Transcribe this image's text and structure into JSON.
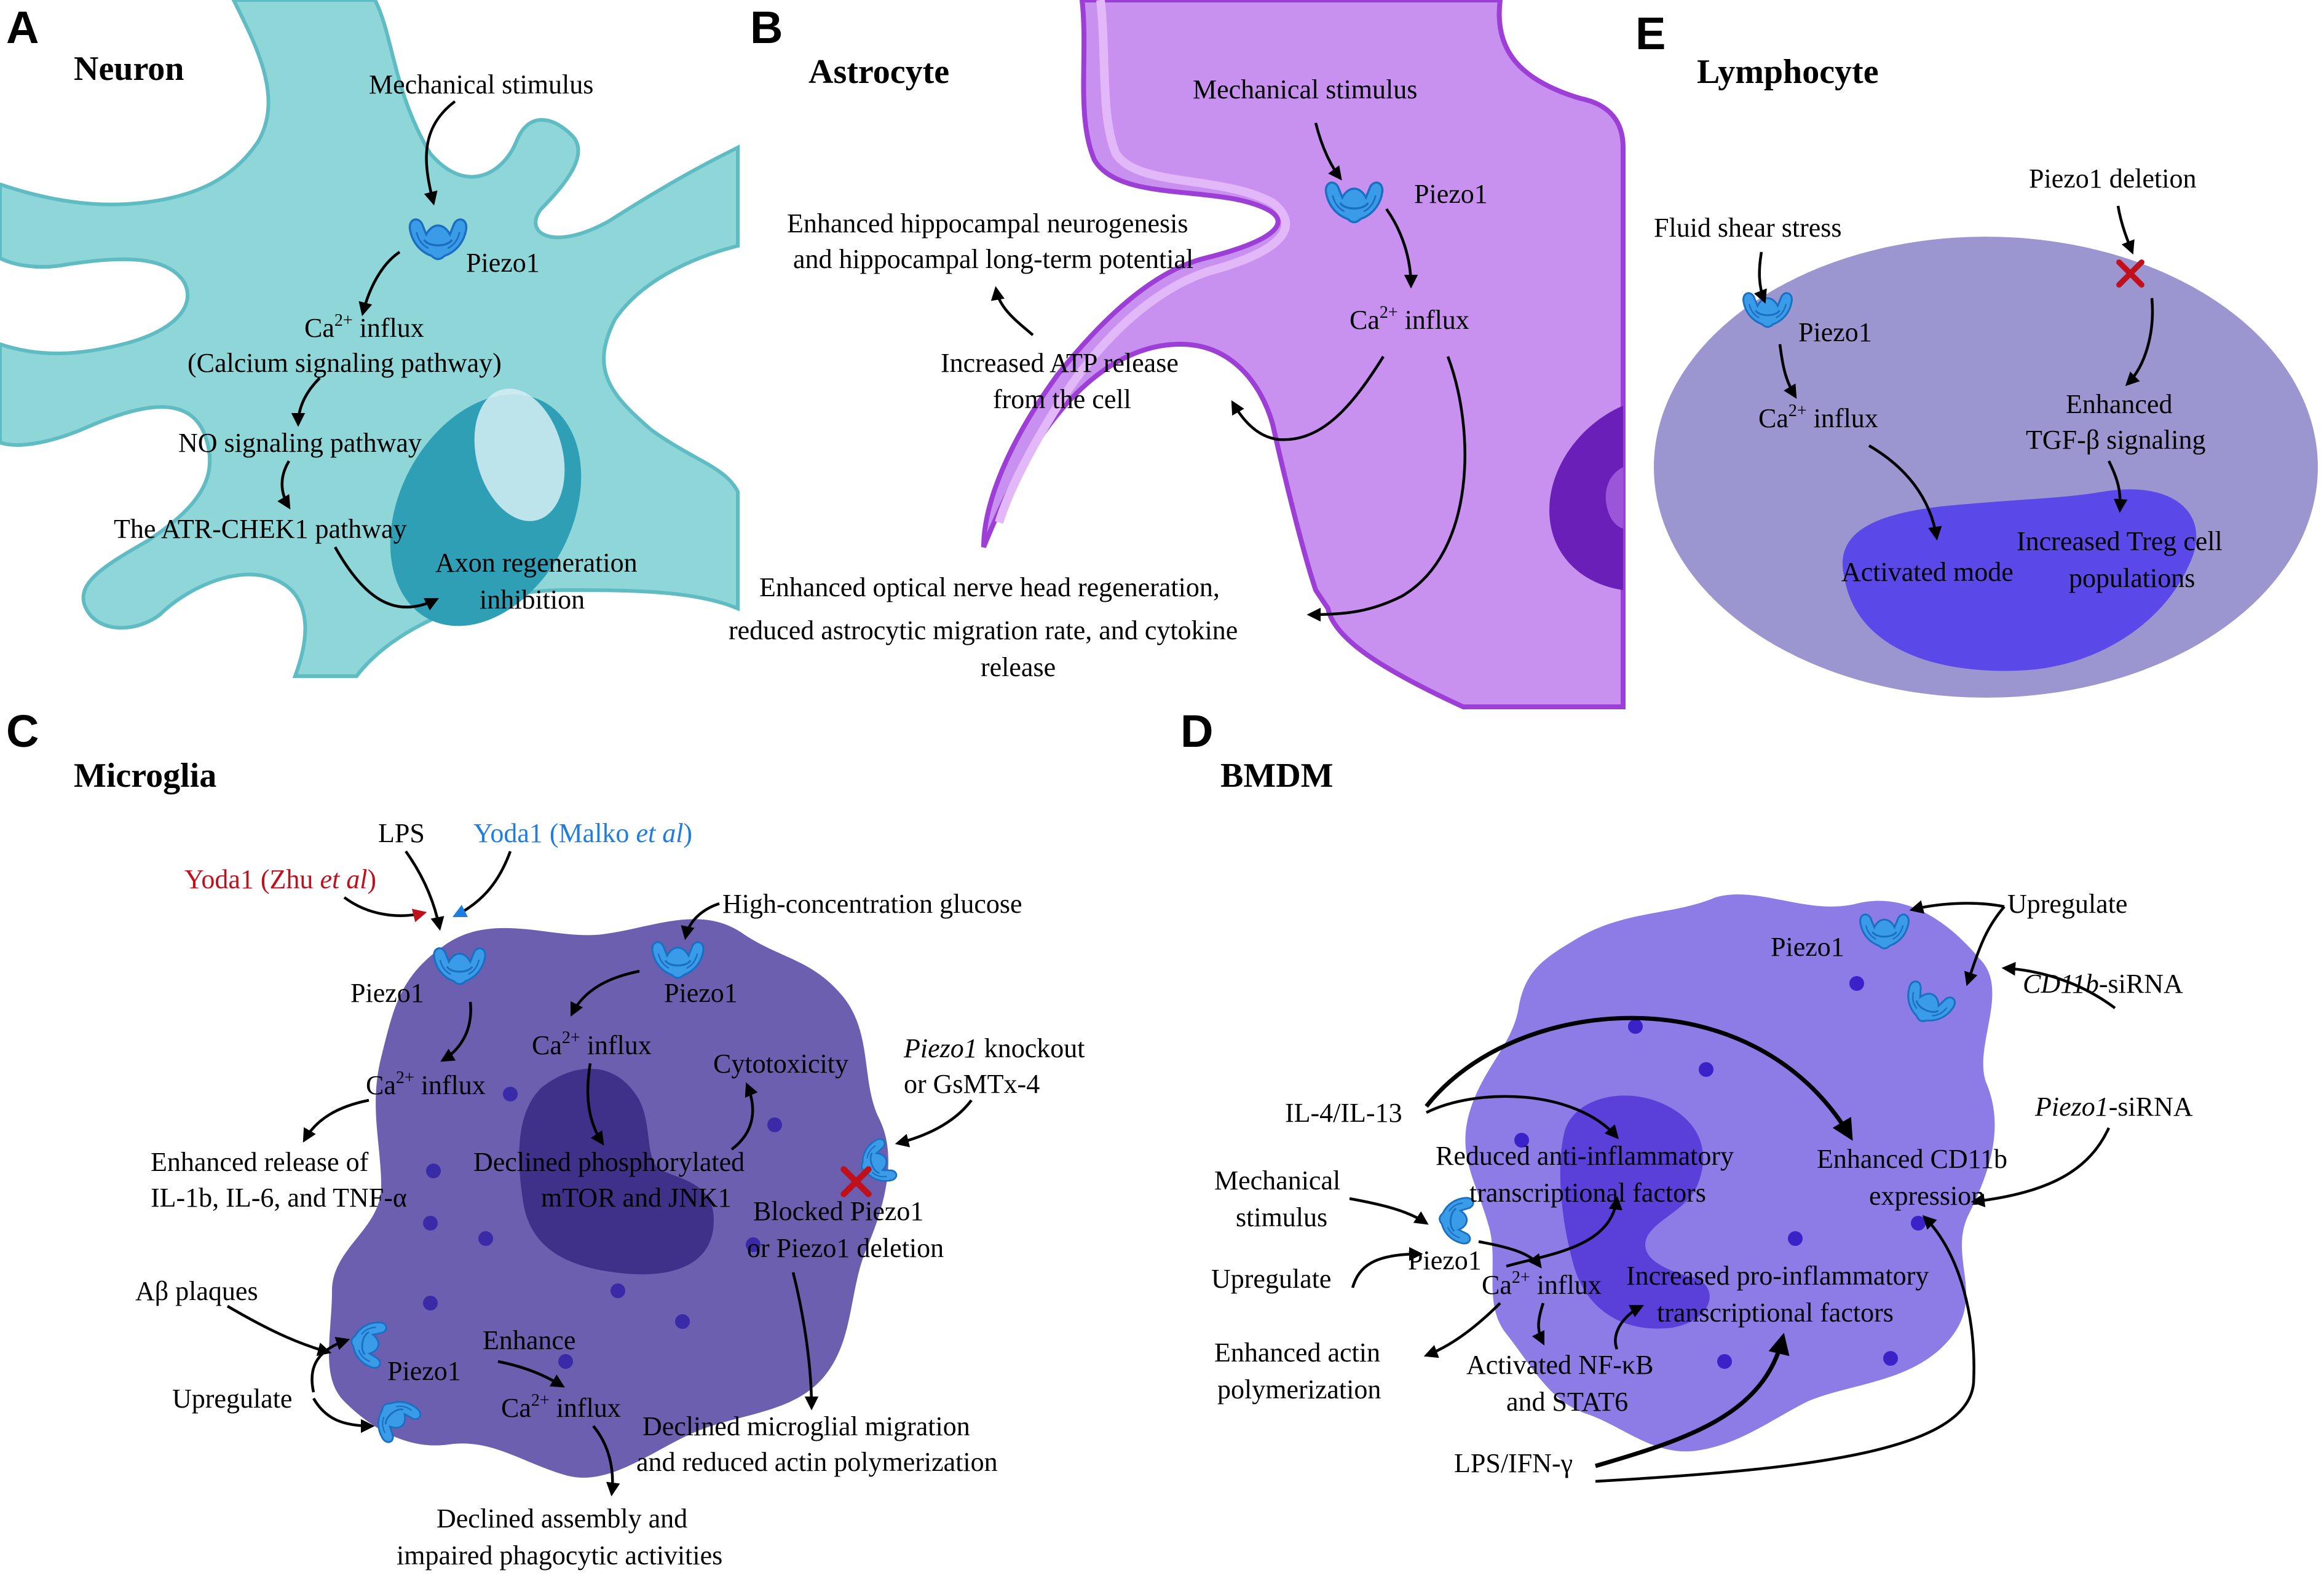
{
  "colors": {
    "neuron": "#8fd6d8",
    "neuron_stroke": "#5fbcc2",
    "neuron_nucleus": "#2f9fb5",
    "astrocyte": "#c891f0",
    "astrocyte_stroke": "#9d3fd6",
    "astrocyte_nucleus": "#6a1fb8",
    "lymphocyte": "#9b95d0",
    "lymphocyte_nucleus": "#5b48e8",
    "microglia": "#6d5fb0",
    "microglia_nucleus": "#3f318a",
    "bmdm": "#8d7ce6",
    "bmdm_nucleus": "#5a3fd8",
    "piezo1": "#3a9be8",
    "blocked": "#c0101c",
    "yoda_zhu": "#c0101c",
    "yoda_malko": "#1f7de0"
  },
  "icons": {
    "piezo": "piezo1-channel-icon",
    "blocked": "x-mark-icon"
  },
  "panelA": {
    "letter": "A",
    "title": "Neuron",
    "mech": "Mechanical stimulus",
    "piezo": "Piezo1",
    "ca": "Ca",
    "ca_sup": "2+",
    "ca_rest": " influx",
    "calcium_path": "(Calcium signaling pathway)",
    "no_path": "NO signaling pathway",
    "atr": "The ATR-CHEK1 pathway",
    "axon1": "Axon regeneration",
    "axon2": "inhibition"
  },
  "panelB": {
    "letter": "B",
    "title": "Astrocyte",
    "mech": "Mechanical stimulus",
    "piezo": "Piezo1",
    "ca": "Ca",
    "ca_sup": "2+",
    "ca_rest": " influx",
    "hippo1": "Enhanced hippocampal neurogenesis",
    "hippo2": "and hippocampal long-term potential",
    "atp1": "Increased ATP release",
    "atp2": "from the cell",
    "optic1": "Enhanced optical nerve head regeneration,",
    "optic2": "reduced astrocytic migration rate, and cytokine",
    "optic3": "release"
  },
  "panelE": {
    "letter": "E",
    "title": "Lymphocyte",
    "deletion": "Piezo1 deletion",
    "shear": "Fluid shear stress",
    "piezo": "Piezo1",
    "ca": "Ca",
    "ca_sup": "2+",
    "ca_rest": " influx",
    "tgf1": "Enhanced",
    "tgf2": "TGF-β signaling",
    "activated": "Activated mode",
    "treg1": "Increased Treg cell",
    "treg2": "populations"
  },
  "panelC": {
    "letter": "C",
    "title": "Microglia",
    "lps": "LPS",
    "yoda_malko_a": "Yoda1 (Malko ",
    "yoda_malko_b": "et al",
    "yoda_malko_c": ")",
    "yoda_zhu_a": "Yoda1 (Zhu ",
    "yoda_zhu_b": "et al",
    "yoda_zhu_c": ")",
    "glucose": "High-concentration glucose",
    "piezo_left": "Piezo1",
    "piezo_right": "Piezo1",
    "ca": "Ca",
    "ca_sup": "2+",
    "ca_rest": " influx",
    "cyto": "Cytotoxicity",
    "ko_a": "Piezo1",
    "ko_b": " knockout",
    "ko2": "or GsMTx-4",
    "il1": "Enhanced release of",
    "il2": "IL-1b, IL-6, and TNF-α",
    "mtor1": "Declined phosphorylated",
    "mtor2": "mTOR and JNK1",
    "blocked1": "Blocked Piezo1",
    "blocked2": "or Piezo1 deletion",
    "abeta": "Aβ plaques",
    "enhance": "Enhance",
    "upregulate": "Upregulate",
    "piezo_bottom": "Piezo1",
    "migr1": "Declined microglial migration",
    "migr2": "and reduced actin polymerization",
    "assem1": "Declined assembly and",
    "assem2": "impaired phagocytic activities"
  },
  "panelD": {
    "letter": "D",
    "title": "BMDM",
    "upregulate_top": "Upregulate",
    "piezo_top": "Piezo1",
    "cd11b_a": "CD11b",
    "cd11b_b": "-siRNA",
    "il4": "IL-4/IL-13",
    "piezo_sirna_a": "Piezo1",
    "piezo_sirna_b": "-siRNA",
    "mech1": "Mechanical",
    "mech2": "stimulus",
    "reduced1": "Reduced anti-inflammatory",
    "reduced2": "transcriptional factors",
    "cd11b_exp1": "Enhanced CD11b",
    "cd11b_exp2": "expression",
    "upregulate_left": "Upregulate",
    "piezo_mid": "Piezo1",
    "ca": "Ca",
    "ca_sup": "2+",
    "ca_rest": " influx",
    "pro1": "Increased pro-inflammatory",
    "pro2": "transcriptional factors",
    "actin1": "Enhanced actin",
    "actin2": "polymerization",
    "nfkb1": "Activated NF-κB",
    "nfkb2": "and STAT6",
    "lps": "LPS/IFN-γ"
  }
}
